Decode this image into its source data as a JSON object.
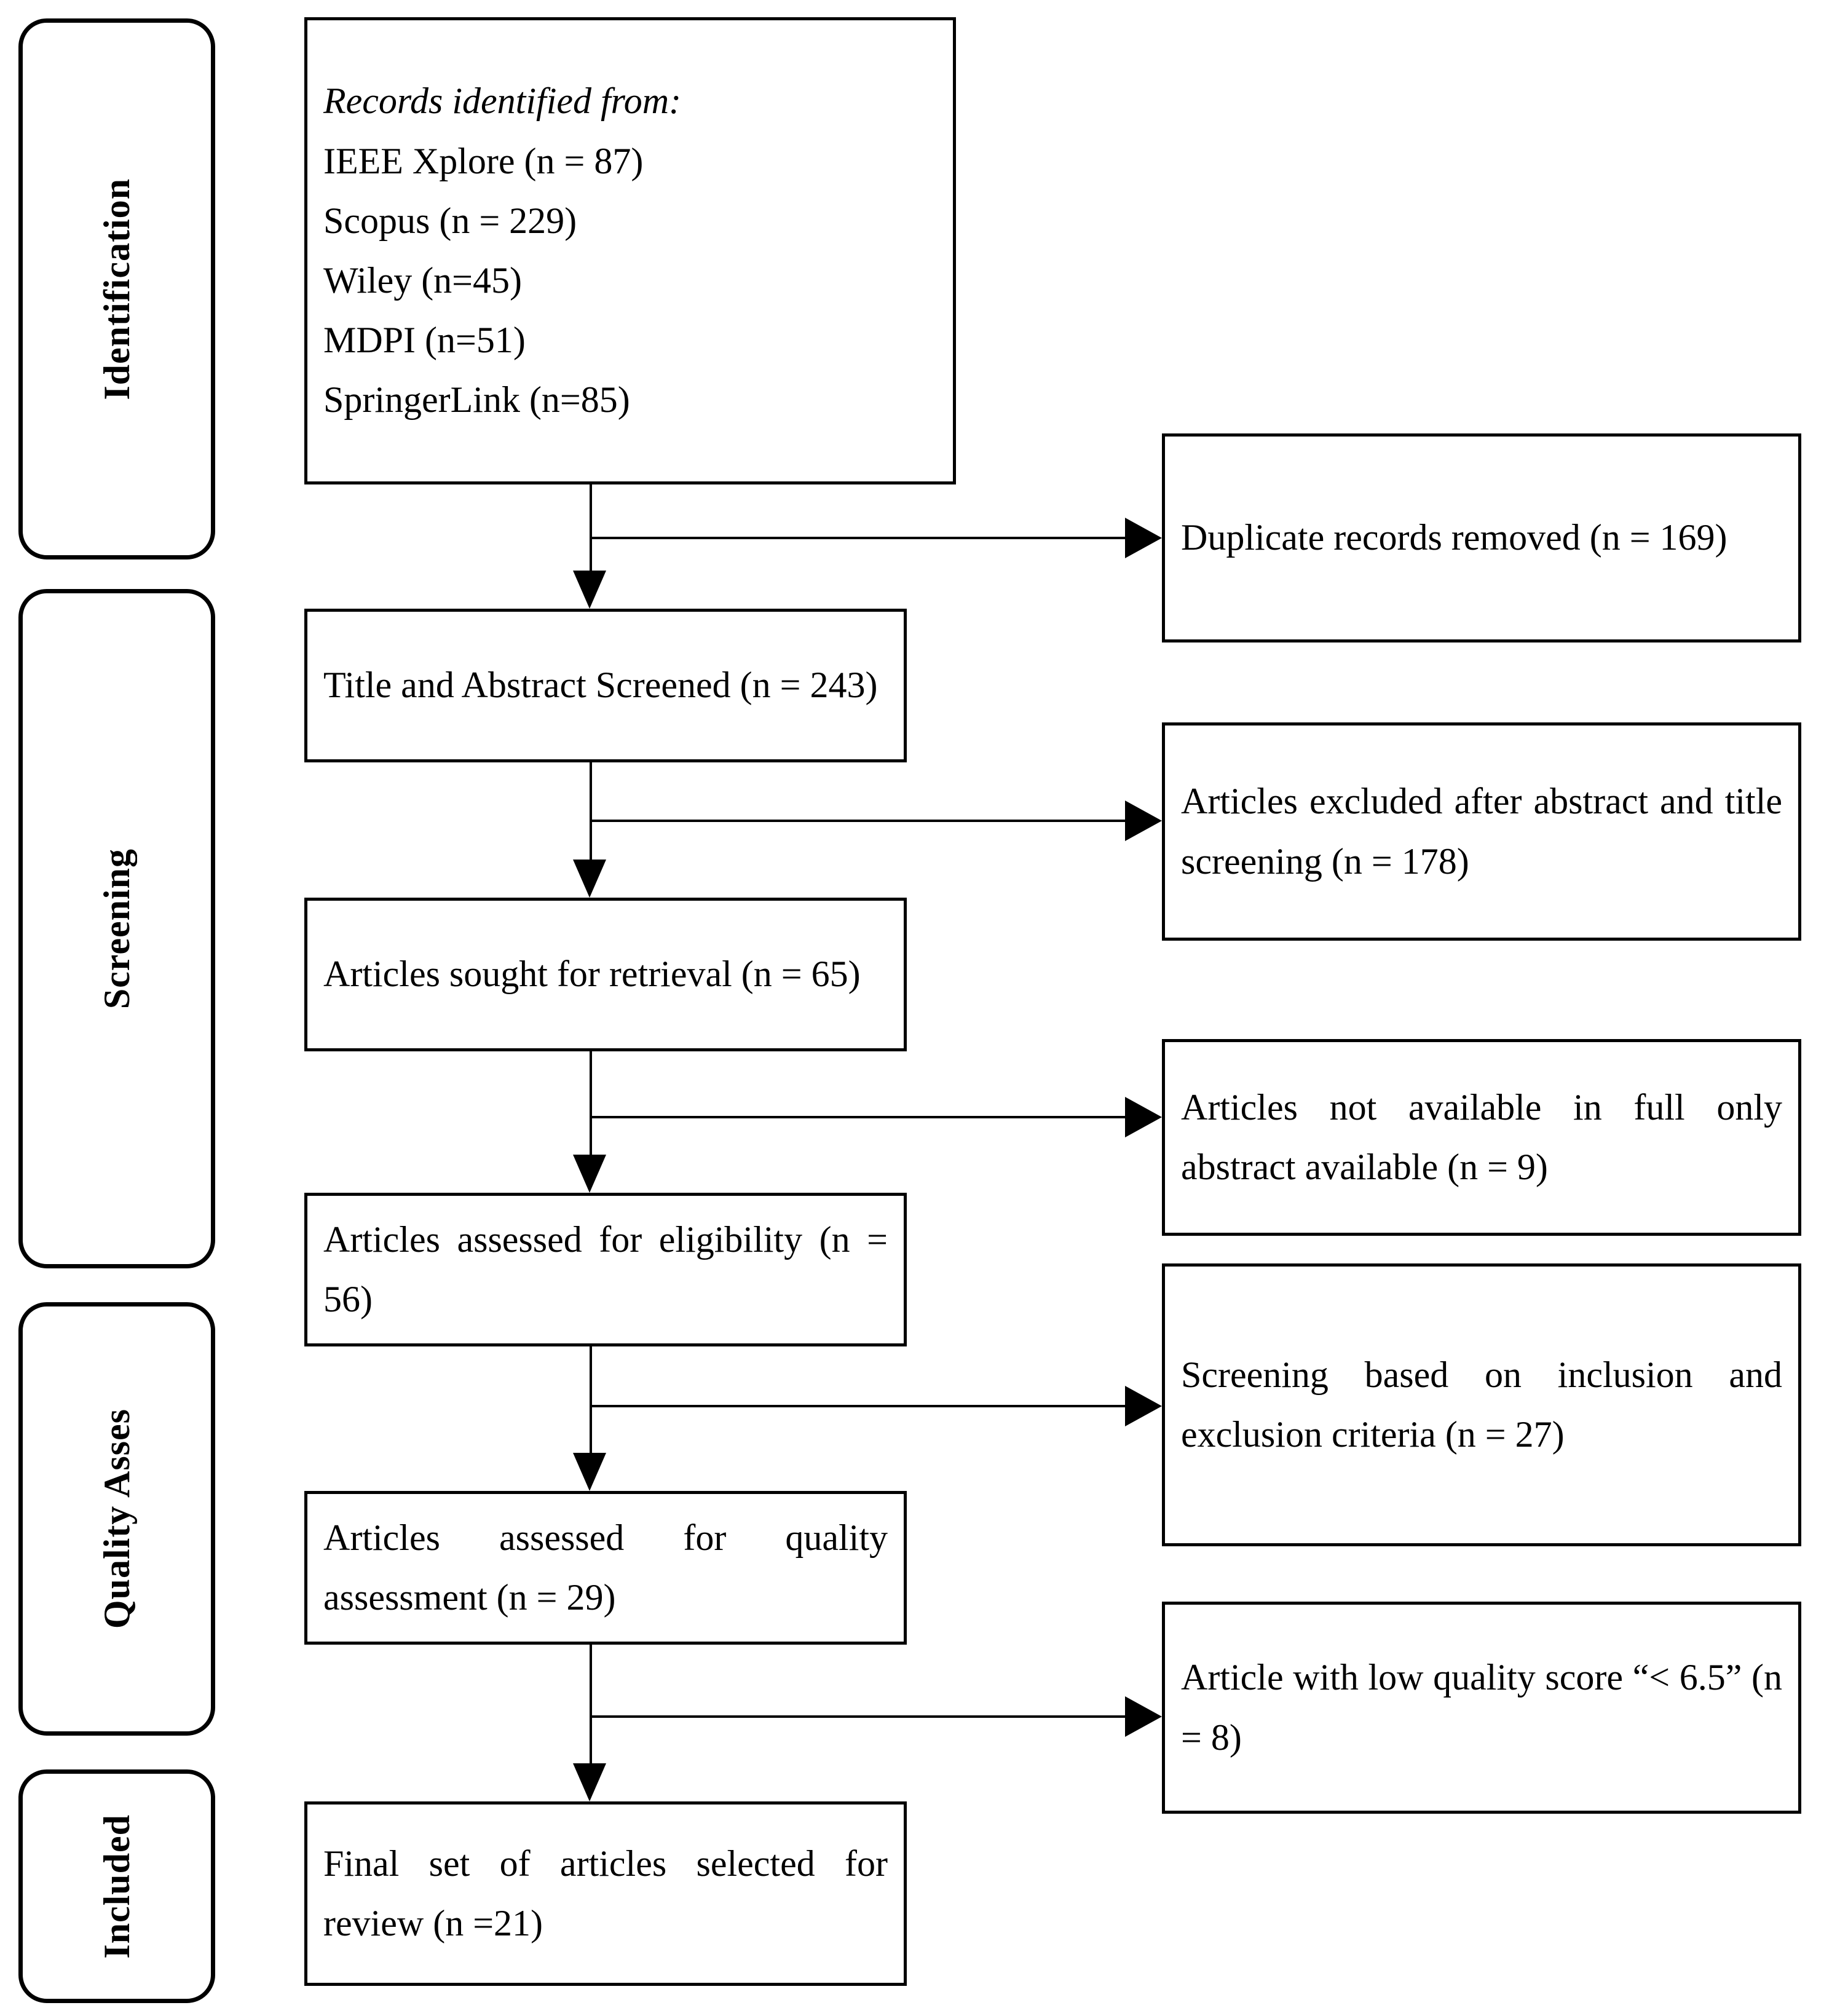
{
  "diagram": {
    "type": "prisma-flow-diagram",
    "stages": [
      {
        "id": "identification",
        "label": "Identification"
      },
      {
        "id": "screening",
        "label": "Screening"
      },
      {
        "id": "quality-assessment",
        "label": "Quality Asses"
      },
      {
        "id": "included",
        "label": "Included"
      }
    ],
    "main_boxes": [
      {
        "id": "records-identified",
        "heading": "Records identified from:",
        "sources": [
          "IEEE Xplore (n = 87)",
          "Scopus (n = 229)",
          "Wiley (n=45)",
          "MDPI (n=51)",
          "SpringerLink (n=85)"
        ]
      },
      {
        "id": "title-abstract-screened",
        "text": "Title and Abstract Screened (n = 243)",
        "count": 243
      },
      {
        "id": "articles-sought-retrieval",
        "text": "Articles sought for retrieval (n = 65)",
        "count": 65
      },
      {
        "id": "articles-assessed-eligibility",
        "text": "Articles assessed for eligibility (n = 56)",
        "count": 56
      },
      {
        "id": "articles-assessed-quality",
        "text": "Articles assessed for quality assessment (n = 29)",
        "count": 29
      },
      {
        "id": "final-set-articles",
        "text": "Final set of articles selected for review (n =21)",
        "count": 21
      }
    ],
    "exclusion_boxes": [
      {
        "id": "duplicate-records-removed",
        "text": "Duplicate records removed (n = 169)",
        "count": 169
      },
      {
        "id": "articles-excluded-abstract-title",
        "text": "Articles excluded after abstract and title screening (n = 178)",
        "count": 178
      },
      {
        "id": "articles-not-available-full",
        "text": "Articles not available in full only abstract available (n = 9)",
        "count": 9
      },
      {
        "id": "screening-inclusion-exclusion",
        "text": "Screening based on inclusion and exclusion criteria (n = 27)",
        "count": 27
      },
      {
        "id": "article-low-quality-score",
        "text": "Article with low quality score “< 6.5” (n = 8)",
        "count": 8
      }
    ],
    "colors": {
      "stroke": "#000000",
      "background": "#ffffff",
      "text": "#000000"
    }
  }
}
